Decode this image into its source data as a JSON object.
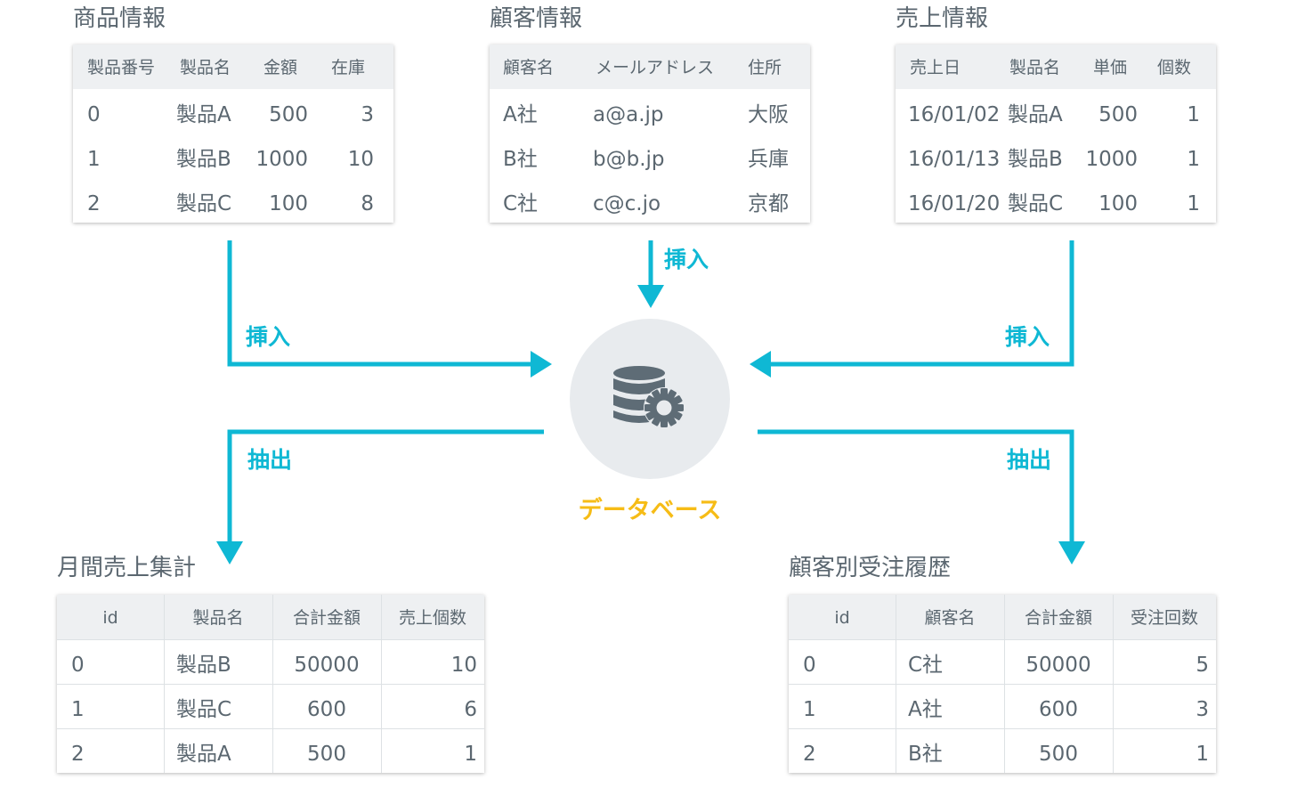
{
  "product_table": {
    "title": "商品情報",
    "headers": [
      "製品番号",
      "製品名",
      "金額",
      "在庫"
    ],
    "rows": [
      [
        "0",
        "製品A",
        "500",
        "3"
      ],
      [
        "1",
        "製品B",
        "1000",
        "10"
      ],
      [
        "2",
        "製品C",
        "100",
        "8"
      ]
    ]
  },
  "customer_table": {
    "title": "顧客情報",
    "headers": [
      "顧客名",
      "メールアドレス",
      "住所"
    ],
    "rows": [
      [
        "A社",
        "a@a.jp",
        "大阪"
      ],
      [
        "B社",
        "b@b.jp",
        "兵庫"
      ],
      [
        "C社",
        "c@c.jo",
        "京都"
      ]
    ]
  },
  "sales_table": {
    "title": "売上情報",
    "headers": [
      "売上日",
      "製品名",
      "単価",
      "個数"
    ],
    "rows": [
      [
        "16/01/02",
        "製品A",
        "500",
        "1"
      ],
      [
        "16/01/13",
        "製品B",
        "1000",
        "1"
      ],
      [
        "16/01/20",
        "製品C",
        "100",
        "1"
      ]
    ]
  },
  "flows": {
    "insert_left": "挿入",
    "insert_center": "挿入",
    "insert_right": "挿入",
    "extract_left": "抽出",
    "extract_right": "抽出"
  },
  "database": {
    "label": "データベース",
    "icon": "database-gear-icon"
  },
  "monthly_sales": {
    "title": "月間売上集計",
    "headers": [
      "id",
      "製品名",
      "合計金額",
      "売上個数"
    ],
    "rows": [
      [
        "0",
        "製品B",
        "50000",
        "10"
      ],
      [
        "1",
        "製品C",
        "600",
        "6"
      ],
      [
        "2",
        "製品A",
        "500",
        "1"
      ]
    ]
  },
  "customer_orders": {
    "title": "顧客別受注履歴",
    "headers": [
      "id",
      "顧客名",
      "合計金額",
      "受注回数"
    ],
    "rows": [
      [
        "0",
        "C社",
        "50000",
        "5"
      ],
      [
        "1",
        "A社",
        "600",
        "3"
      ],
      [
        "2",
        "B社",
        "500",
        "1"
      ]
    ]
  },
  "colors": {
    "arrow": "#0fb8d4",
    "db_label": "#f6bc16",
    "text": "#5b6770",
    "header_bg": "#eef0f2",
    "circle": "#e8ebee",
    "icon": "#5e6c76"
  }
}
